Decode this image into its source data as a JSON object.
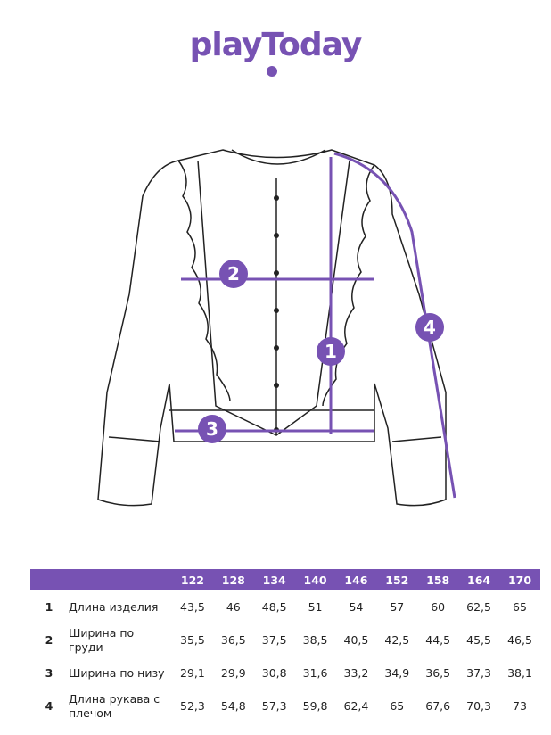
{
  "logo": "playToday",
  "accent": "#7752b3",
  "markers": [
    "1",
    "2",
    "3",
    "4"
  ],
  "table": {
    "sizes": [
      "122",
      "128",
      "134",
      "140",
      "146",
      "152",
      "158",
      "164",
      "170"
    ],
    "rows": [
      {
        "num": "1",
        "label": "Длина изделия",
        "values": [
          "43,5",
          "46",
          "48,5",
          "51",
          "54",
          "57",
          "60",
          "62,5",
          "65"
        ]
      },
      {
        "num": "2",
        "label": "Ширина по груди",
        "values": [
          "35,5",
          "36,5",
          "37,5",
          "38,5",
          "40,5",
          "42,5",
          "44,5",
          "45,5",
          "46,5"
        ]
      },
      {
        "num": "3",
        "label": "Ширина по низу",
        "values": [
          "29,1",
          "29,9",
          "30,8",
          "31,6",
          "33,2",
          "34,9",
          "36,5",
          "37,3",
          "38,1"
        ]
      },
      {
        "num": "4",
        "label": "Длина рукава с плечом",
        "values": [
          "52,3",
          "54,8",
          "57,3",
          "59,8",
          "62,4",
          "65",
          "67,6",
          "70,3",
          "73"
        ]
      }
    ]
  }
}
